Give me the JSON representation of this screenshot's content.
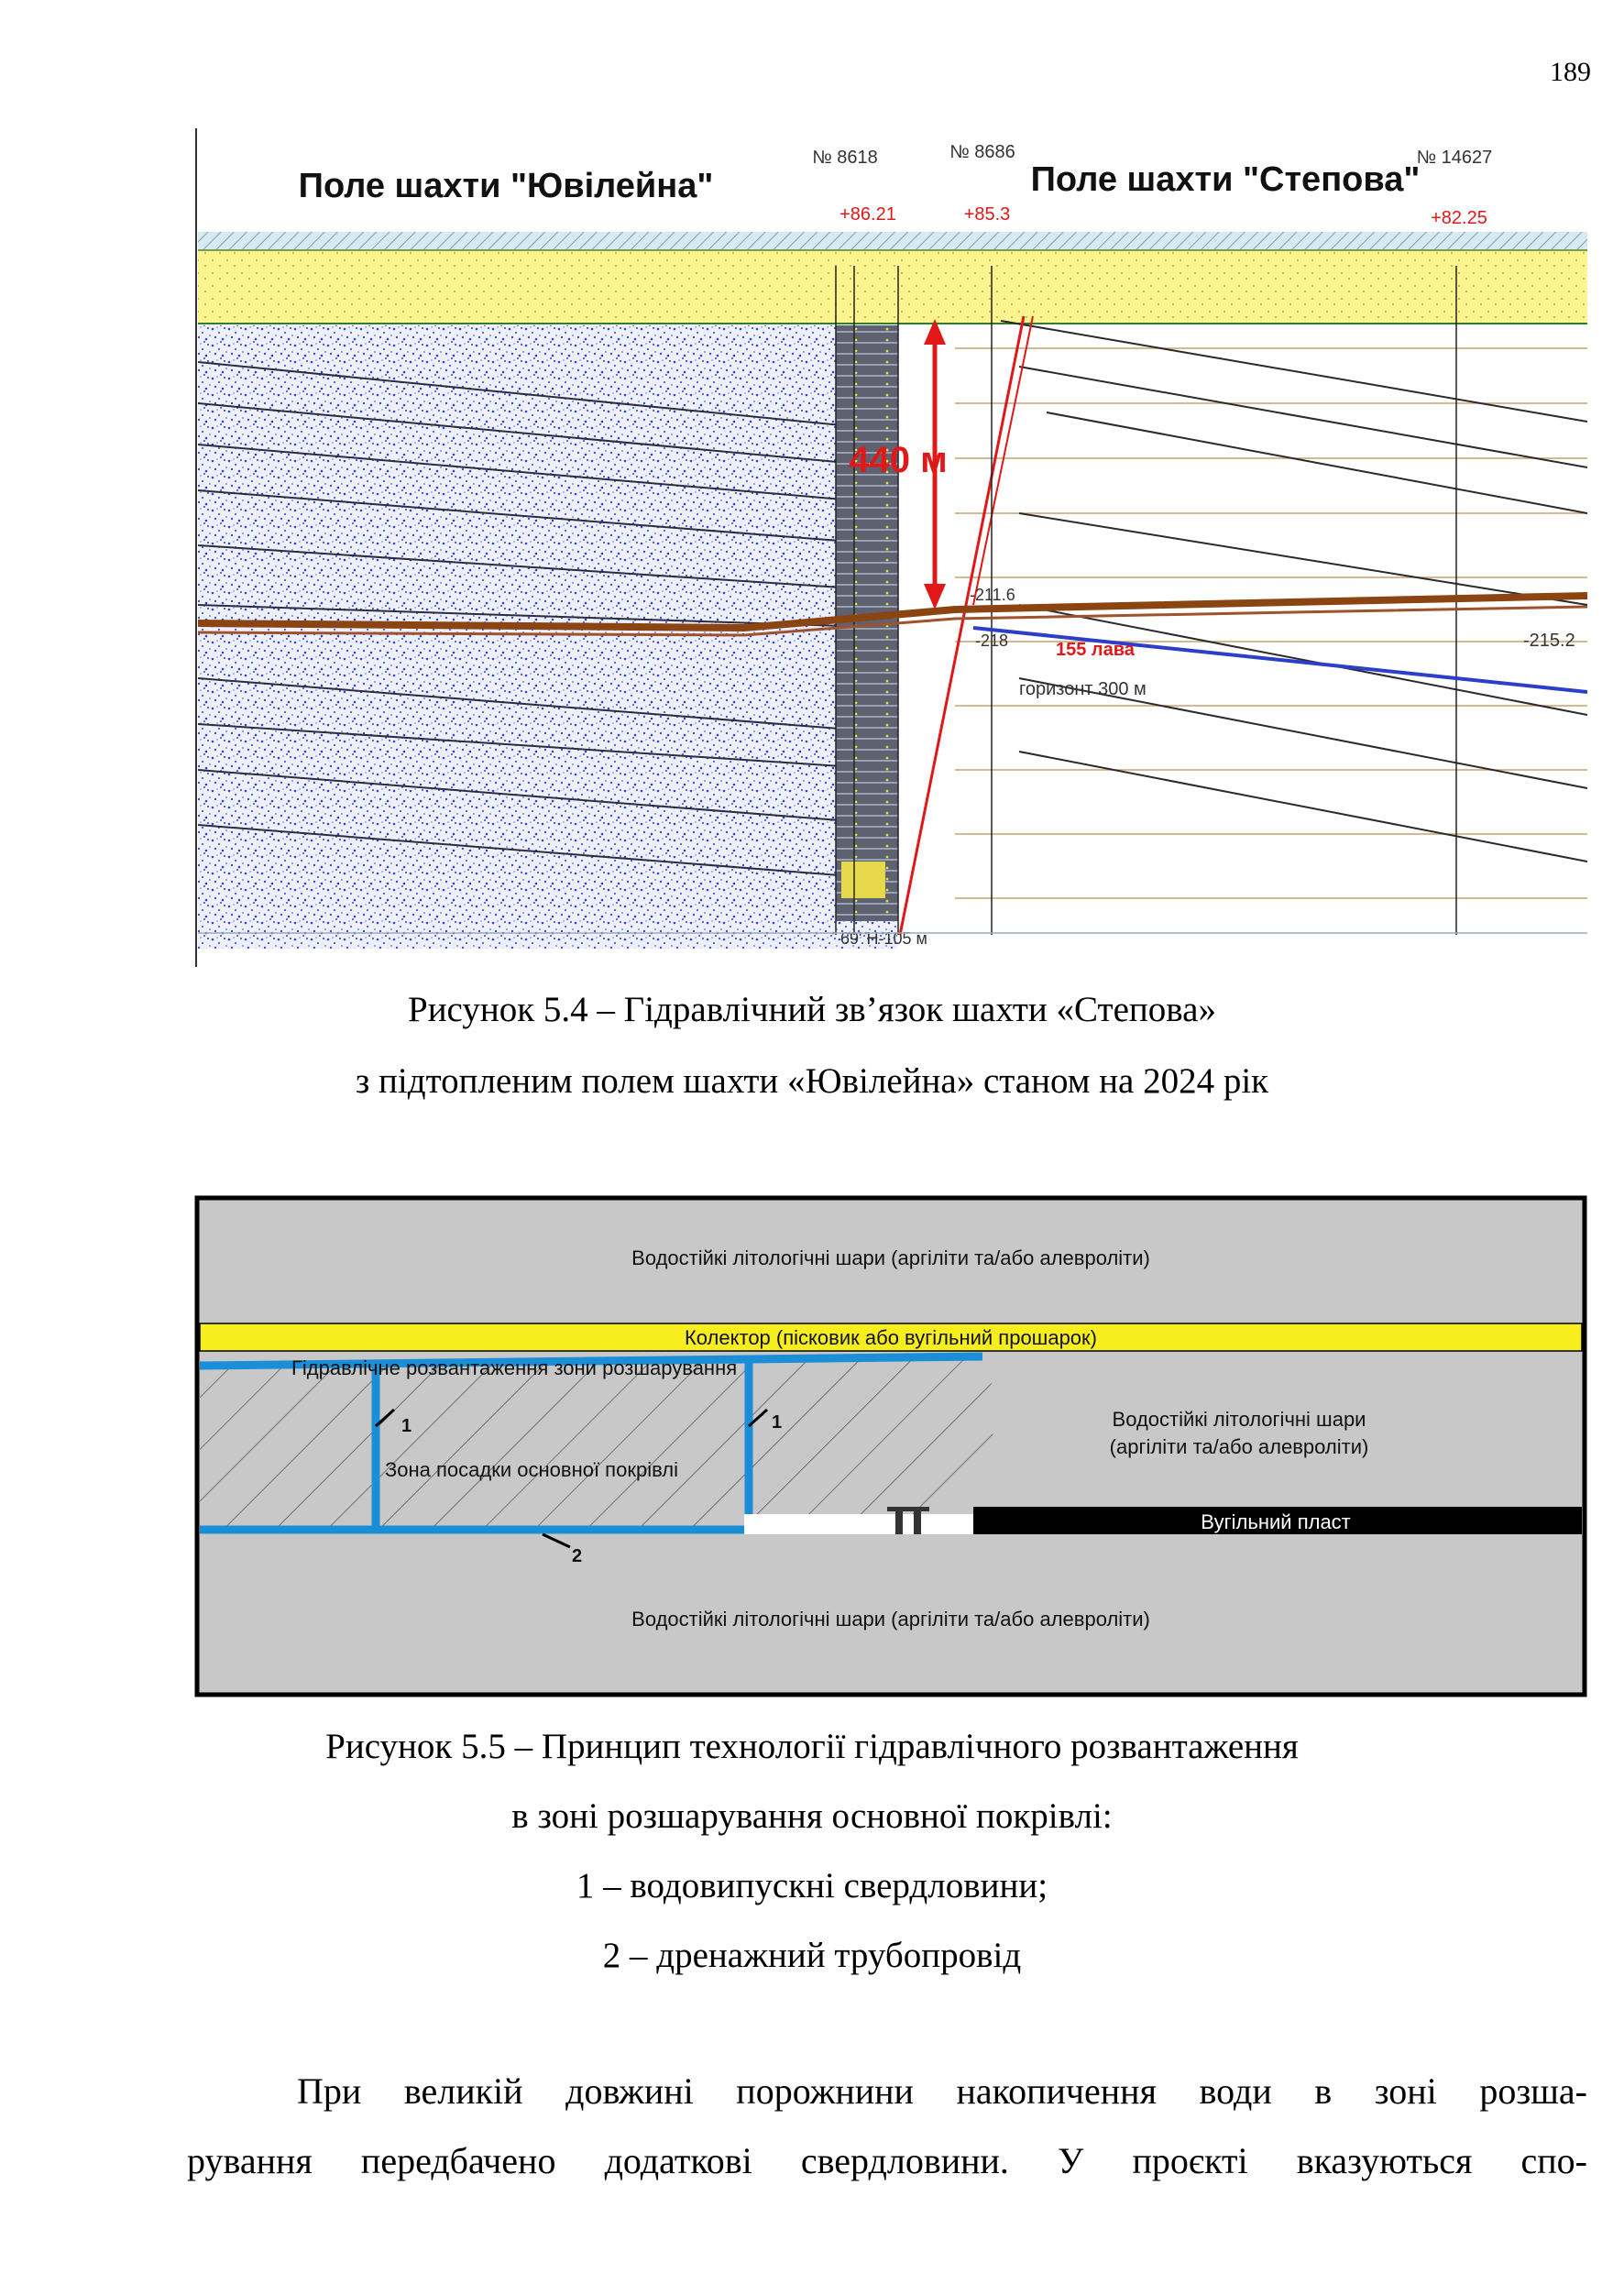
{
  "page_number": "189",
  "figure_5_4": {
    "field_left": "Поле шахти \"Ювілейна\"",
    "field_right": "Поле шахти \"Степова\"",
    "borehole_1": "№ 8618",
    "borehole_2": "№ 8686",
    "borehole_3": "№ 14627",
    "elev_1": "+86.21",
    "elev_2": "+85.3",
    "elev_3": "+82.25",
    "depth_label": "440 м",
    "longwall_label": "155 лава",
    "horizon_label": "горизонт 300 м",
    "level_1": "-211.6",
    "level_2": "-218",
    "level_3": "-215.2",
    "bottom_label": "69' Н-105 м",
    "caption_line1": "Рисунок 5.4 – Гідравлічний зв’язок шахти «Степова»",
    "caption_line2": "з підтопленим полем шахти «Ювілейна» станом на 2024 рік"
  },
  "figure_5_5": {
    "top_layer": "Водостійкі літологічні шари (аргіліти та/або алевроліти)",
    "collector": "Колектор (пісковик або вугільний прошарок)",
    "relief": "Гідравлічне розвантаження зони розшарування",
    "zone": "Зона посадки основної покрівлі",
    "right_layer_line1": "Водостійкі літологічні шари",
    "right_layer_line2": "(аргіліти та/або алевроліти)",
    "coal_seam": "Вугільний пласт",
    "bottom_layer": "Водостійкі літологічні шари (аргіліти та/або алевроліти)",
    "marker_1": "1",
    "marker_2": "2",
    "caption_line1": "Рисунок 5.5 – Принцип технології гідравлічного розвантаження",
    "caption_line2": "в зоні розшарування основної покрівлі:",
    "caption_line3": "1 – водовипускні свердловини;",
    "caption_line4": "2 – дренажний трубопровід"
  },
  "body": {
    "line1": "При великій довжині порожнини накопичення води в зоні розша-",
    "line2": "рування передбачено додаткові свердловини. У проєкті вказуються спо-"
  }
}
